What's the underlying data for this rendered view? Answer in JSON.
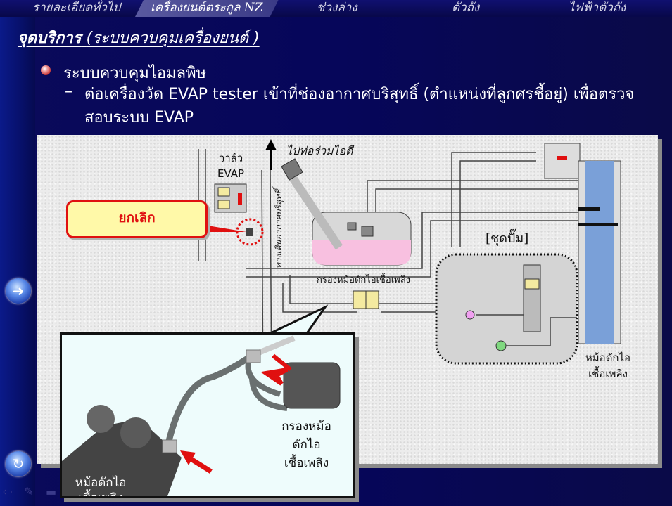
{
  "nav": {
    "tabs": [
      {
        "label": "รายละเอียดทั่วไป"
      },
      {
        "label": "เครื่องยนต์ตระกูล NZ",
        "active": true
      },
      {
        "label": "ช่วงล่าง"
      },
      {
        "label": "ตัวถัง"
      },
      {
        "label": "ไฟฟ้าตัวถัง"
      }
    ]
  },
  "title": {
    "main": "จุดบริการ",
    "sub": "(ระบบควบคุมเครื่องยนต์ )"
  },
  "content": {
    "bullet": "ระบบควบคุมไอมลพิษ",
    "dash": "–",
    "sub_bullet": "ต่อเครื่องวัด EVAP tester เข้าที่ช่องอากาศบริสุทธิ์ (ตำแหน่งที่ลูกศรชี้อยู่) เพื่อตรวจสอบระบบ EVAP"
  },
  "diagram": {
    "evap_valve_line1": "วาล์ว",
    "evap_valve_line2": "EVAP",
    "to_intake": "ไปท่อร่วมไอดี",
    "fresh_air_path": "ทางเดินอากาศบริสุทธิ์",
    "canister_filter": "กรองหม้อดักไอเชื้อเพลิง",
    "pump_module": "[ชุดปั๊ม]",
    "canister_line1": "หม้อดักไอ",
    "canister_line2": "เชื้อเพลิง",
    "callout": "ยกเลิก"
  },
  "inset": {
    "filter_line1": "กรองหม้อ",
    "filter_line2": "ดักไอ",
    "filter_line3": "เชื้อเพลิง",
    "canister_line1": "หม้อดักไอ",
    "canister_line2": "เชื้อเพลิง"
  },
  "colors": {
    "accent_red": "#e01010",
    "fuel_pink": "#f8c0e0",
    "canister_blue": "#7aa0d8"
  }
}
